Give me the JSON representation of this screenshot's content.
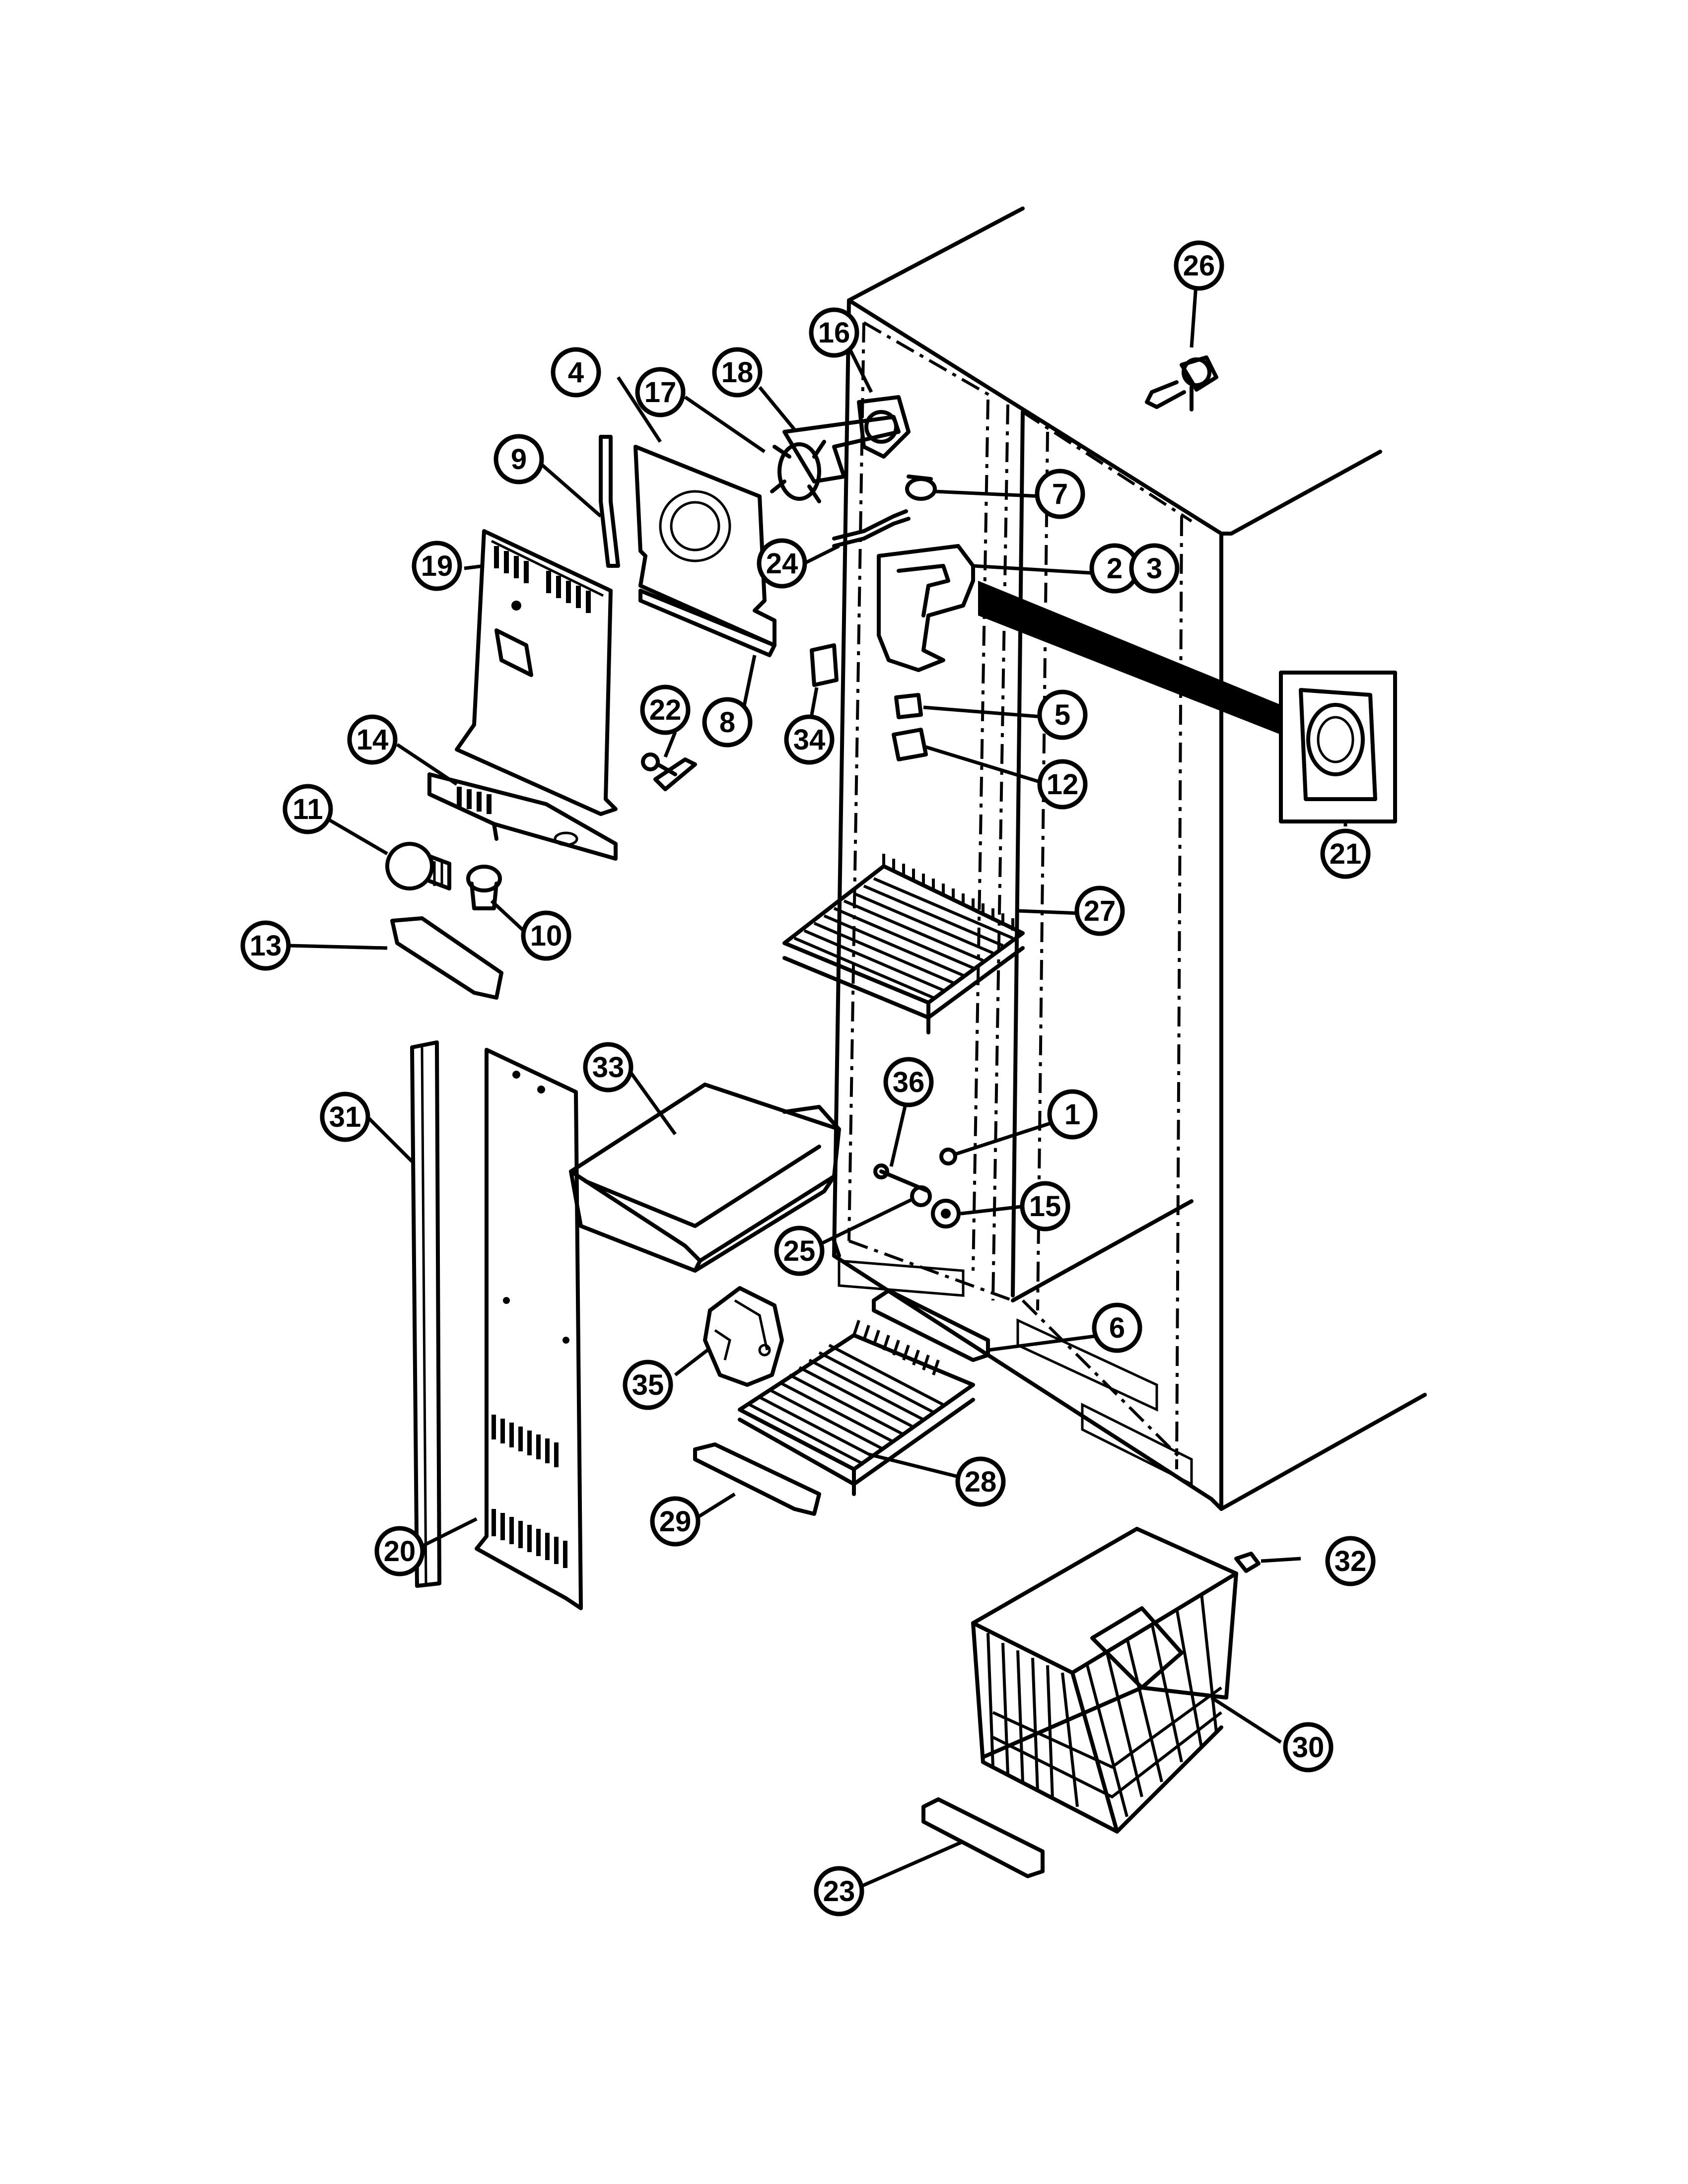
{
  "diagram": {
    "title": "",
    "callouts": [
      {
        "id": "c1",
        "text": "1"
      },
      {
        "id": "c2",
        "text": "2"
      },
      {
        "id": "c3",
        "text": "3"
      },
      {
        "id": "c4",
        "text": "4"
      },
      {
        "id": "c5",
        "text": "5"
      },
      {
        "id": "c6",
        "text": "6"
      },
      {
        "id": "c7",
        "text": "7"
      },
      {
        "id": "c8",
        "text": "8"
      },
      {
        "id": "c9",
        "text": "9"
      },
      {
        "id": "c10",
        "text": "10"
      },
      {
        "id": "c11",
        "text": "11"
      },
      {
        "id": "c12",
        "text": "12"
      },
      {
        "id": "c13",
        "text": "13"
      },
      {
        "id": "c14",
        "text": "14"
      },
      {
        "id": "c15",
        "text": "15"
      },
      {
        "id": "c16",
        "text": "16"
      },
      {
        "id": "c17",
        "text": "17"
      },
      {
        "id": "c18",
        "text": "18"
      },
      {
        "id": "c19",
        "text": "19"
      },
      {
        "id": "c20",
        "text": "20"
      },
      {
        "id": "c21",
        "text": "21"
      },
      {
        "id": "c22",
        "text": "22"
      },
      {
        "id": "c23",
        "text": "23"
      },
      {
        "id": "c24",
        "text": "24"
      },
      {
        "id": "c25",
        "text": "25"
      },
      {
        "id": "c26",
        "text": "26"
      },
      {
        "id": "c27",
        "text": "27"
      },
      {
        "id": "c28",
        "text": "28"
      },
      {
        "id": "c29",
        "text": "29"
      },
      {
        "id": "c30",
        "text": "30"
      },
      {
        "id": "c31",
        "text": "31"
      },
      {
        "id": "c32",
        "text": "32"
      },
      {
        "id": "c33",
        "text": "33"
      },
      {
        "id": "c34",
        "text": "34"
      },
      {
        "id": "c35",
        "text": "35"
      },
      {
        "id": "c36",
        "text": "36"
      }
    ]
  }
}
